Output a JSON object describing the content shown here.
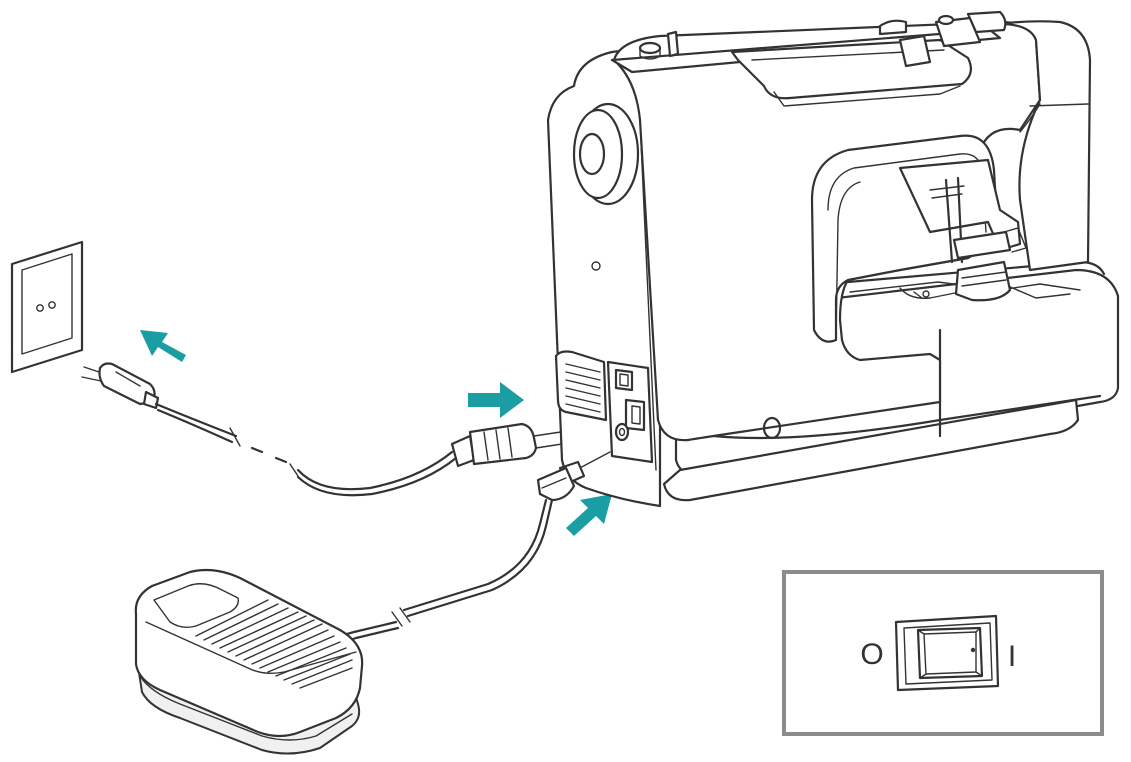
{
  "diagram": {
    "arrow_color": "#1a9ea3",
    "line_color": "#333333",
    "inset_border_color": "#8c8c8c",
    "inset": {
      "off_symbol": "O",
      "on_symbol": "I"
    },
    "components": [
      "wall-socket",
      "power-plug",
      "power-cord",
      "appliance-connector",
      "sewing-machine",
      "foot-controller",
      "controller-plug",
      "power-switch-inset"
    ]
  }
}
